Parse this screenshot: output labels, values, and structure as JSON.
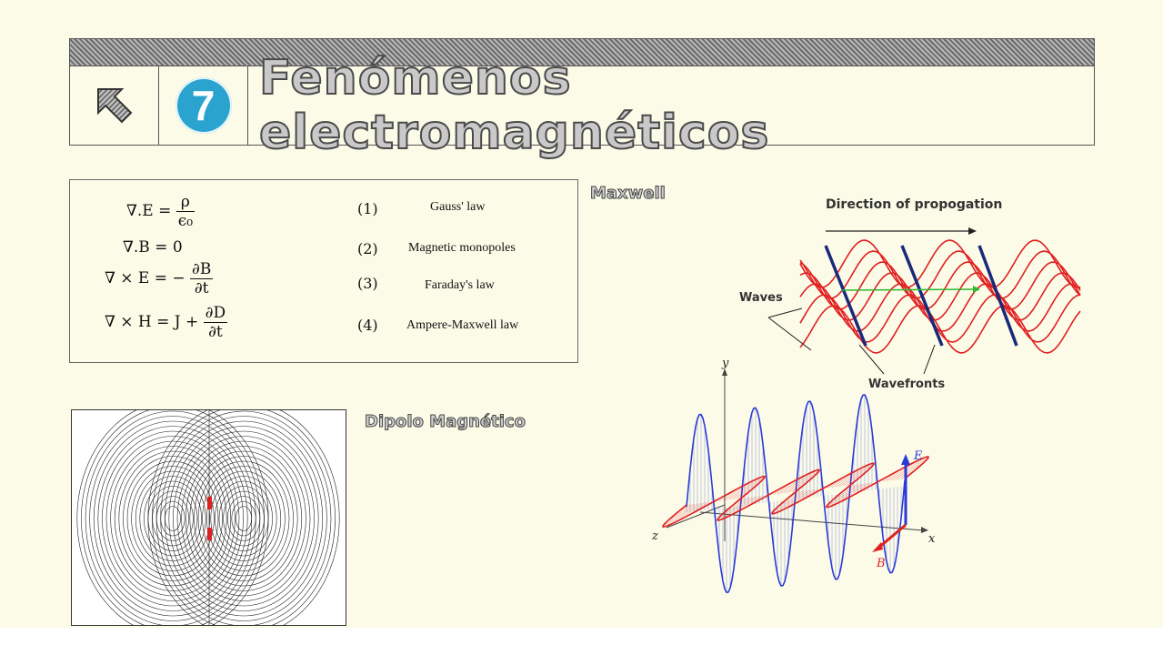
{
  "header": {
    "section_number": "7",
    "title": "Fenómenos electromagnéticos",
    "back_icon": "arrow-up-left-icon"
  },
  "equations": [
    {
      "lhs": "∇.E =",
      "num": "ρ",
      "den": "ϵ₀",
      "index": "(1)",
      "name": "Gauss' law"
    },
    {
      "lhs": "∇.B = 0",
      "num": "",
      "den": "",
      "index": "(2)",
      "name": "Magnetic monopoles"
    },
    {
      "lhs": "∇ × E = −",
      "num": "∂B",
      "den": "∂t",
      "index": "(3)",
      "name": "Faraday's law"
    },
    {
      "lhs": "∇ × H = J +",
      "num": "∂D",
      "den": "∂t",
      "index": "(4)",
      "name": "Ampere-Maxwell law"
    }
  ],
  "labels": {
    "maxwell": "Maxwell",
    "dipolo": "Dipolo Magnético",
    "direction": "Direction of propogation",
    "waves": "Waves",
    "wavefronts": "Wavefronts"
  },
  "em_wave_axes": {
    "y": "y",
    "x": "x",
    "z": "z",
    "E": "E",
    "B": "B"
  },
  "colors": {
    "accent": "#2aa3cf",
    "wave_red": "#e02020",
    "wave_blue": "#2a3ad8",
    "wavefront": "#1a2a7a"
  }
}
